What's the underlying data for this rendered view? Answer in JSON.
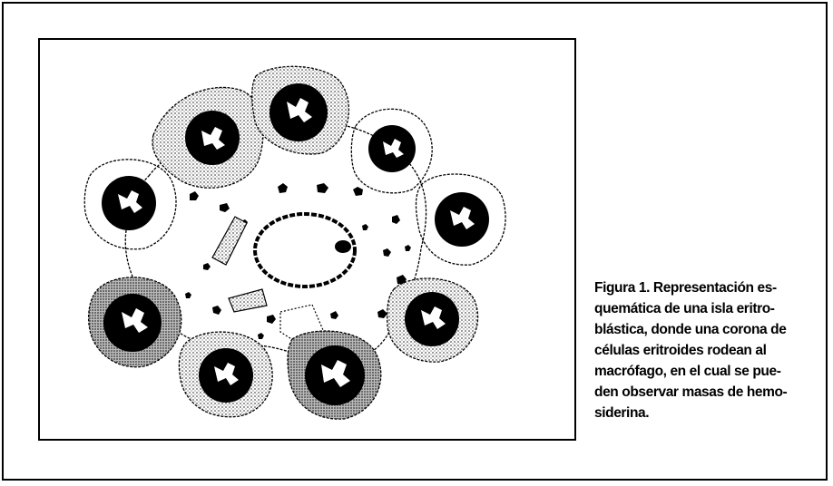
{
  "figure": {
    "image_name": "eritroblastic-island-illustration",
    "caption": {
      "label": "Figura 1",
      "lines": [
        ". Representación es-",
        "quemática de una isla eritro-",
        "blástica, donde una corona de",
        "células eritroides rodean al",
        "macrófago, en el cual se pue-",
        "den observar masas de hemo-",
        "siderina."
      ]
    }
  }
}
